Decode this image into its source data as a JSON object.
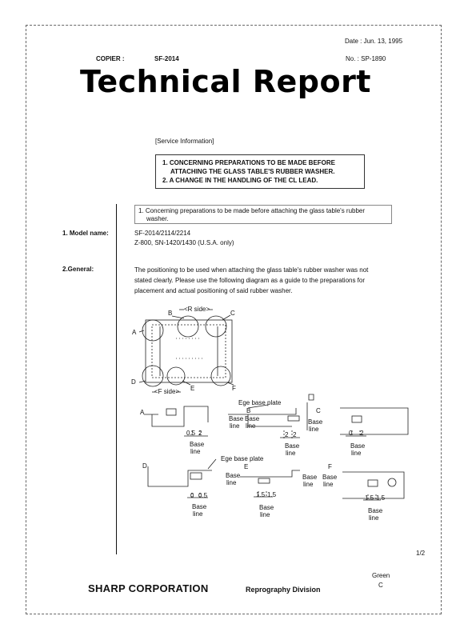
{
  "header": {
    "date": "Date : Jun. 13, 1995",
    "copier_label": "COPIER :",
    "copier_model": "SF-2014",
    "number": "No.  : SP-1890"
  },
  "title": "Technical Report",
  "service_info": "[Service Information]",
  "subject_box": {
    "line1": "1. CONCERNING PREPARATIONS TO BE MADE BEFORE",
    "line2": "ATTACHING THE GLASS TABLE'S RUBBER WASHER.",
    "line3": "2. A CHANGE IN THE HANDLING OF THE CL LEAD."
  },
  "section_box": {
    "line1": "1. Concerning preparations to be made before attaching the glass table's rubber",
    "line2": "washer."
  },
  "model": {
    "label": "1. Model name:",
    "line1": "SF-2014/2114/2214",
    "line2": "Z-800, SN-1420/1430 (U.S.A. only)"
  },
  "general": {
    "label": "2.General:",
    "line1": "The positioning to be used when attaching the glass table's rubber washer was not",
    "line2": "stated clearly.  Please use the following diagram as a guide to the preparations for",
    "line3": "placement and actual positioning of said rubber washer."
  },
  "diagram": {
    "r_side": "<R side>",
    "f_side": "<F side>",
    "A": "A",
    "B": "B",
    "C": "C",
    "D": "D",
    "E": "E",
    "F": "F",
    "edge_plate": "Ege base plate",
    "base": "Base",
    "line": "line",
    "d_0": "0",
    "d_05": "0.5",
    "d_2": "2",
    "d_15": "1.5"
  },
  "page": "1/2",
  "footer": {
    "company": "SHARP CORPORATION",
    "division": "Reprography Division",
    "color": "Green",
    "grade": "C"
  }
}
